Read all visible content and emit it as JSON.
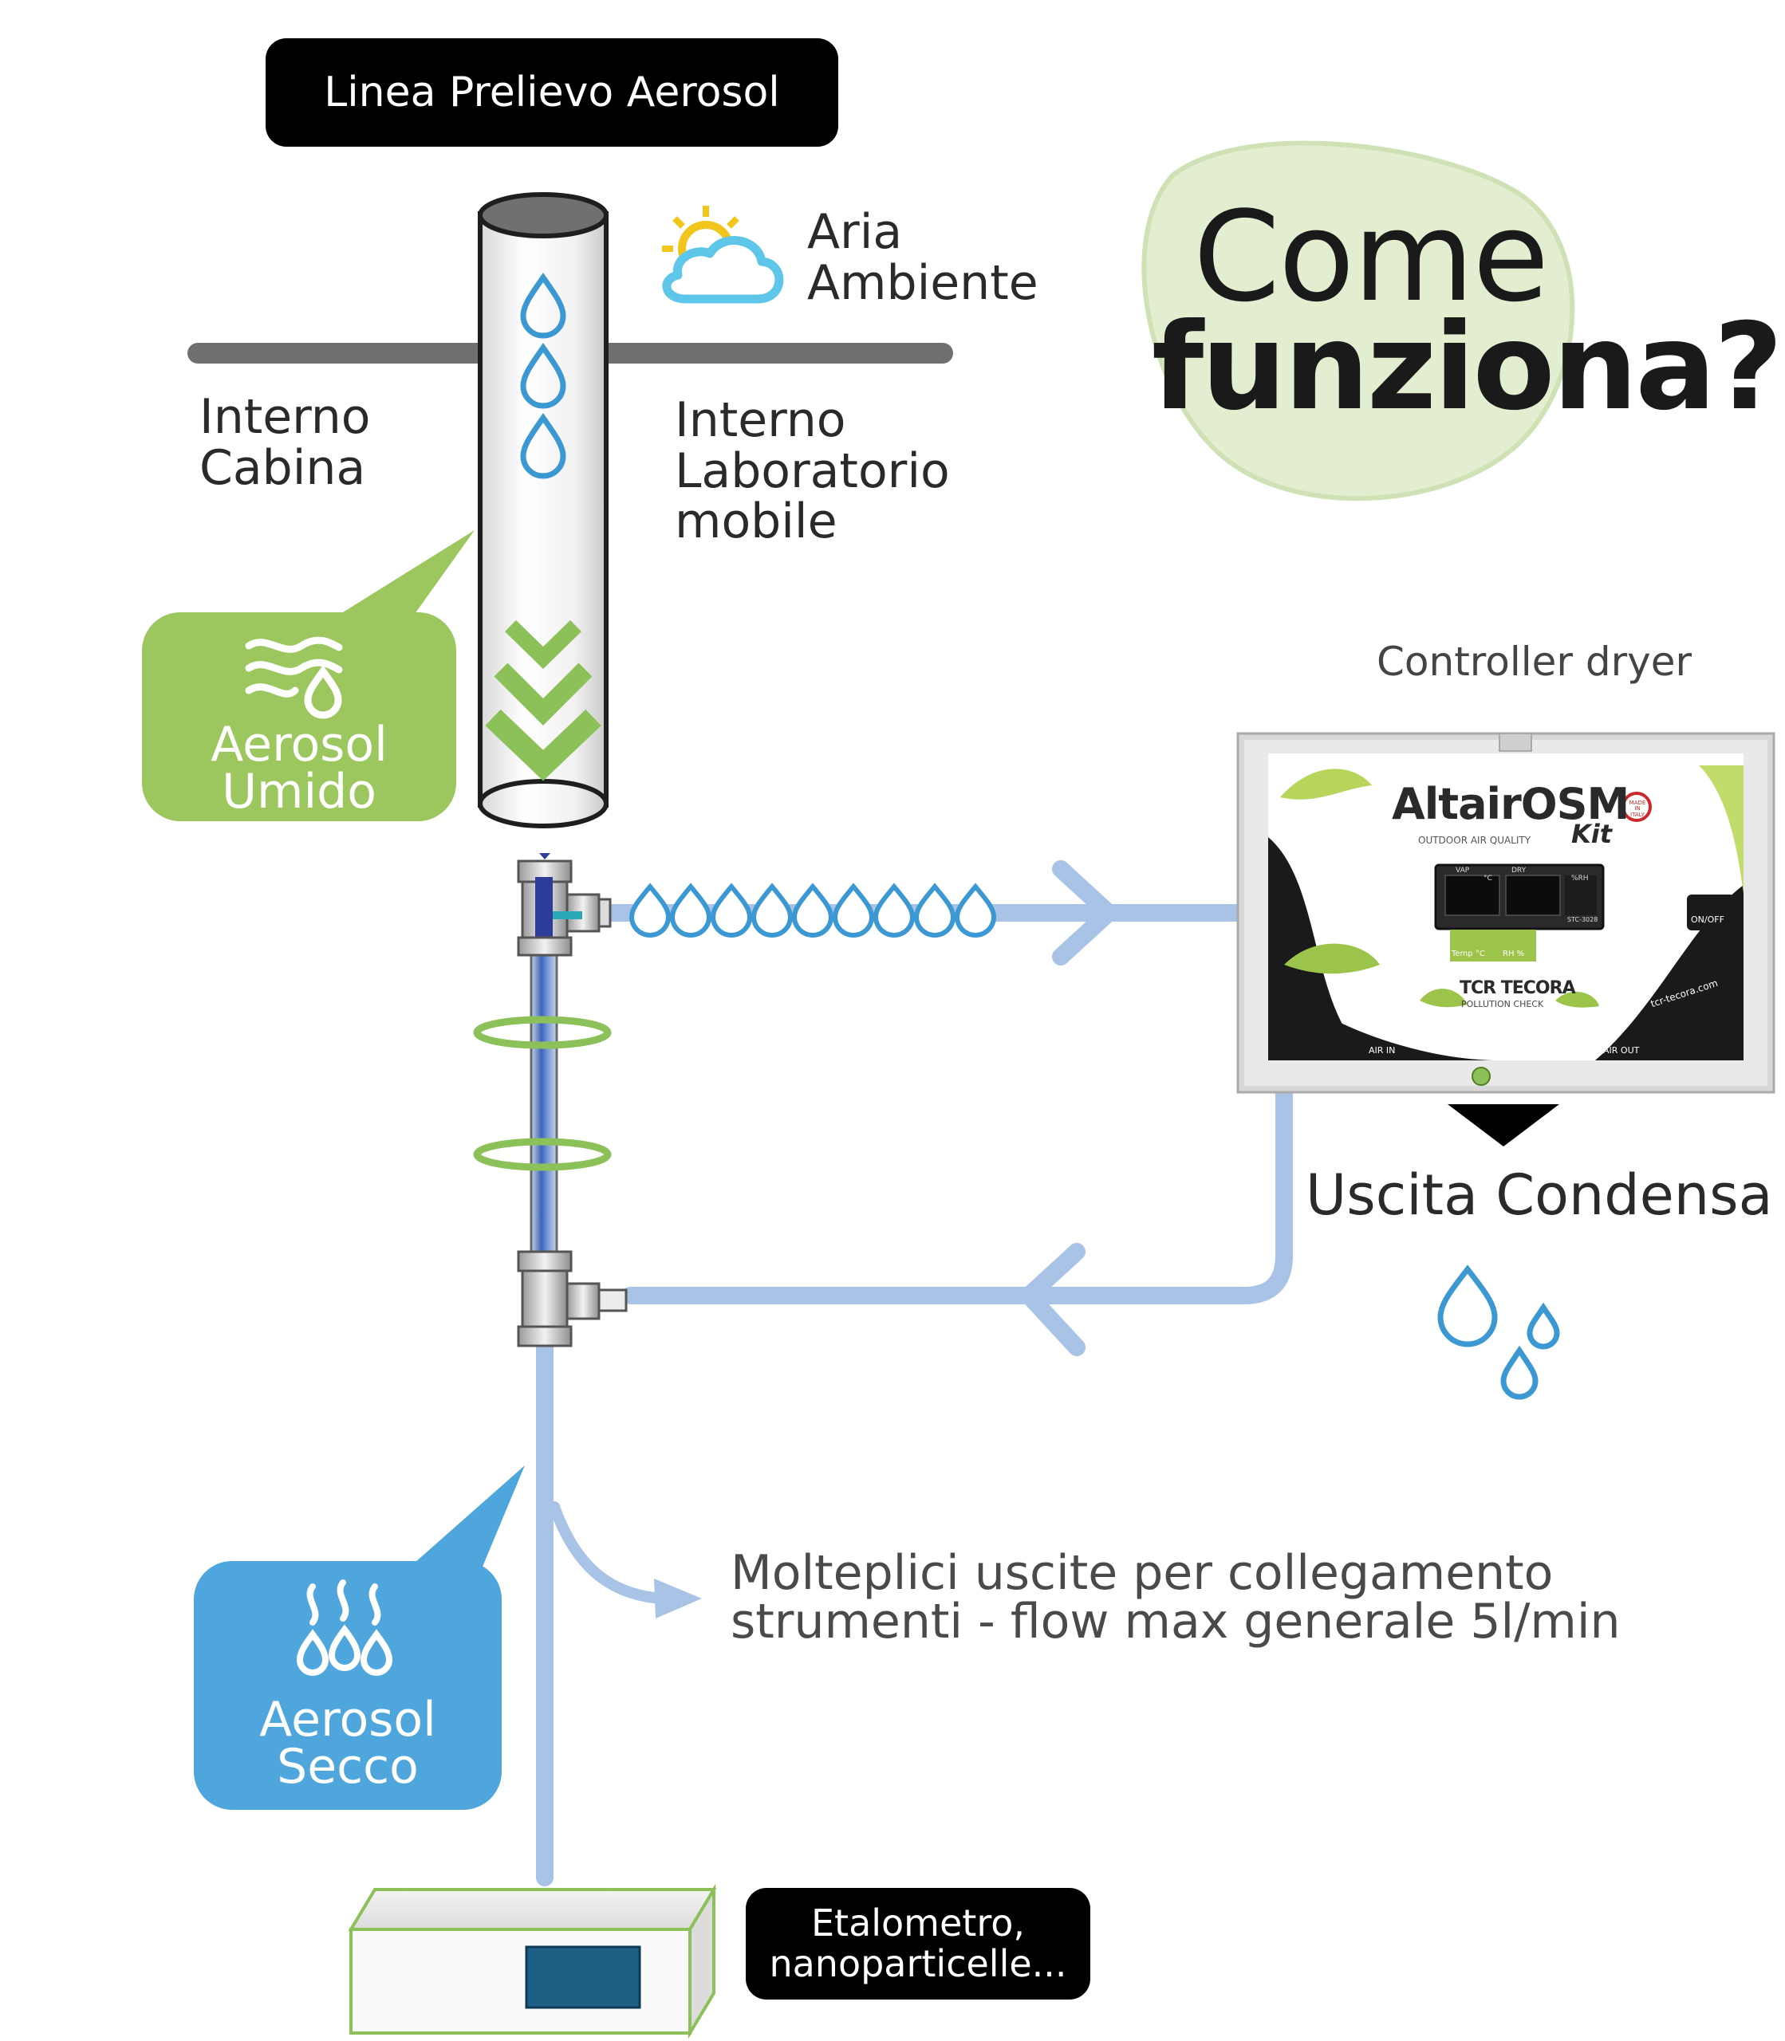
{
  "header": {
    "label": "Linea Prelievo Aerosol"
  },
  "headline": {
    "line1": "Come",
    "line2": "funziona?"
  },
  "weather": {
    "text": "Aria\nAmbiente"
  },
  "zones": {
    "left": "Interno\nCabina",
    "right": "Interno\nLaboratorio\nmobile"
  },
  "wet_bubble": {
    "label": "Aerosol\nUmido",
    "color": "#9bc75e"
  },
  "dry_bubble": {
    "label": "Aerosol\nSecco",
    "color": "#4fa6dc"
  },
  "controller": {
    "caption": "Controller dryer",
    "brand": "AltairOSM",
    "kit": "Kit",
    "sub": "OUTDOOR AIR QUALITY",
    "display_labels": [
      "VAP",
      "DRY",
      "°C",
      "%RH"
    ],
    "model": "STC-3028",
    "btn_temp": "Temp °C",
    "btn_rh": "RH %",
    "power": "ON/OFF",
    "maker": "TCR TECORA",
    "maker_sub": "POLLUTION CHECK",
    "url": "tcr-tecora.com",
    "air_in": "AIR IN",
    "air_out": "AIR OUT",
    "made_in": "MADE IN ITALY"
  },
  "condensate": {
    "label": "Uscita Condensa"
  },
  "outputs": {
    "text": "Molteplici uscite per collegamento\nstrumenti - flow max generale 5l/min"
  },
  "instruments": {
    "label": "Etalometro,\nnanoparticelle..."
  },
  "colors": {
    "line_blue": "#a8c3e6",
    "drop_blue": "#3c98d2",
    "green": "#8cc058",
    "light_green": "#e4efd3",
    "dark": "#000000"
  }
}
